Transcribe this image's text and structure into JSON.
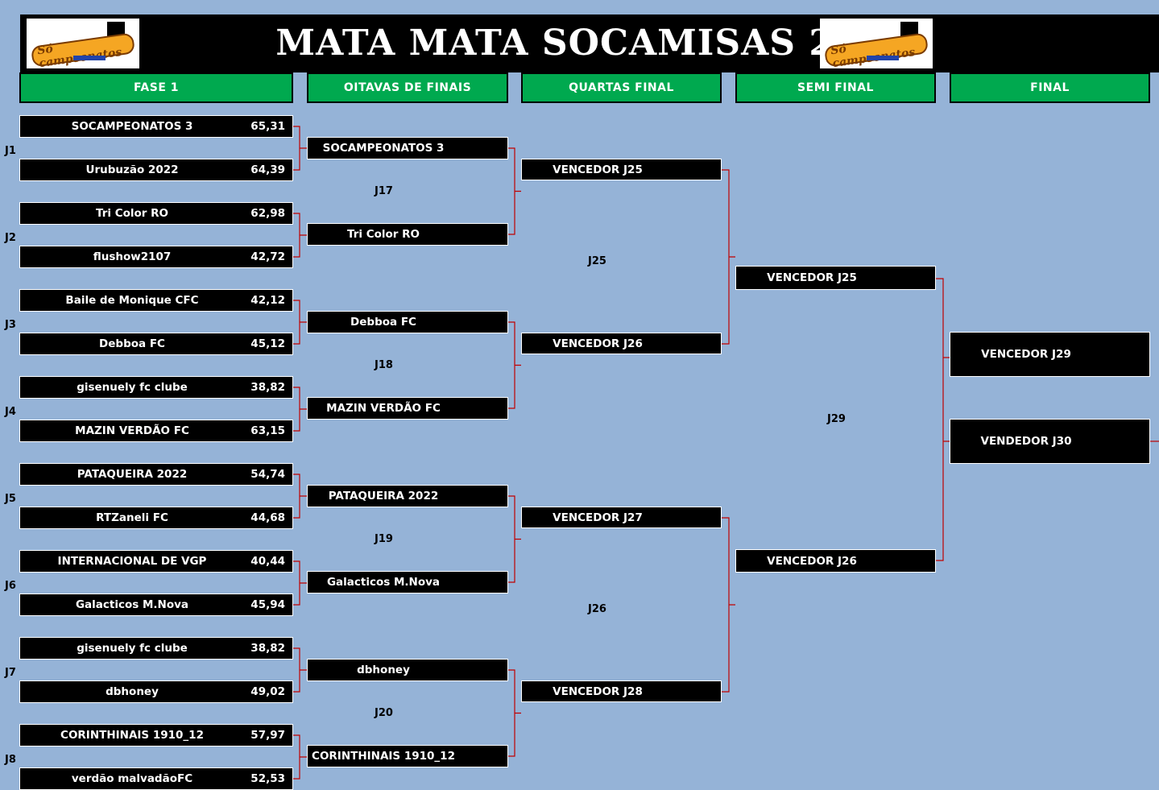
{
  "title": "MATA MATA SOCAMISAS 24",
  "logo_text": "Só campeonatos",
  "colors": {
    "header_green": "#00a94f",
    "background": "#95b3d7",
    "connector": "#c00000"
  },
  "columns": [
    "FASE 1",
    "OITAVAS DE FINAIS",
    "QUARTAS FINAL",
    "SEMI FINAL",
    "FINAL"
  ],
  "fase1": [
    {
      "label": "J1",
      "teams": [
        {
          "name": "SOCAMPEONATOS 3",
          "score": "65,31"
        },
        {
          "name": "Urubuzão 2022",
          "score": "64,39"
        }
      ]
    },
    {
      "label": "J2",
      "teams": [
        {
          "name": "Tri Color RO",
          "score": "62,98"
        },
        {
          "name": "flushow2107",
          "score": "42,72"
        }
      ]
    },
    {
      "label": "J3",
      "teams": [
        {
          "name": "Baile de Monique CFC",
          "score": "42,12"
        },
        {
          "name": "Debboa FC",
          "score": "45,12"
        }
      ]
    },
    {
      "label": "J4",
      "teams": [
        {
          "name": "gisenuely fc clube",
          "score": "38,82"
        },
        {
          "name": "MAZIN VERDÃO FC",
          "score": "63,15"
        }
      ]
    },
    {
      "label": "J5",
      "teams": [
        {
          "name": "PATAQUEIRA 2022",
          "score": "54,74"
        },
        {
          "name": "RTZaneli FC",
          "score": "44,68"
        }
      ]
    },
    {
      "label": "J6",
      "teams": [
        {
          "name": "INTERNACIONAL DE VGP",
          "score": "40,44"
        },
        {
          "name": "Galacticos M.Nova",
          "score": "45,94"
        }
      ]
    },
    {
      "label": "J7",
      "teams": [
        {
          "name": "gisenuely fc clube",
          "score": "38,82"
        },
        {
          "name": "dbhoney",
          "score": "49,02"
        }
      ]
    },
    {
      "label": "J8",
      "teams": [
        {
          "name": "CORINTHINAIS 1910_12",
          "score": "57,97"
        },
        {
          "name": "verdão malvadãoFC",
          "score": "52,53"
        }
      ]
    }
  ],
  "oitavas": [
    {
      "label": "J17",
      "teams": [
        "SOCAMPEONATOS 3",
        "Tri Color RO"
      ]
    },
    {
      "label": "J18",
      "teams": [
        "Debboa FC",
        "MAZIN VERDÃO FC"
      ]
    },
    {
      "label": "J19",
      "teams": [
        "PATAQUEIRA 2022",
        "Galacticos M.Nova"
      ]
    },
    {
      "label": "J20",
      "teams": [
        "dbhoney",
        "CORINTHINAIS 1910_12"
      ]
    }
  ],
  "quartas": [
    {
      "label": "J25",
      "teams": [
        "VENCEDOR J25",
        "VENCEDOR J26"
      ]
    },
    {
      "label": "J26",
      "teams": [
        "VENCEDOR J27",
        "VENCEDOR J28"
      ]
    }
  ],
  "semi": {
    "label": "J29",
    "teams": [
      "VENCEDOR J25",
      "VENCEDOR J26"
    ]
  },
  "final": {
    "teams": [
      "VENCEDOR J29",
      "VENDEDOR J30"
    ]
  }
}
